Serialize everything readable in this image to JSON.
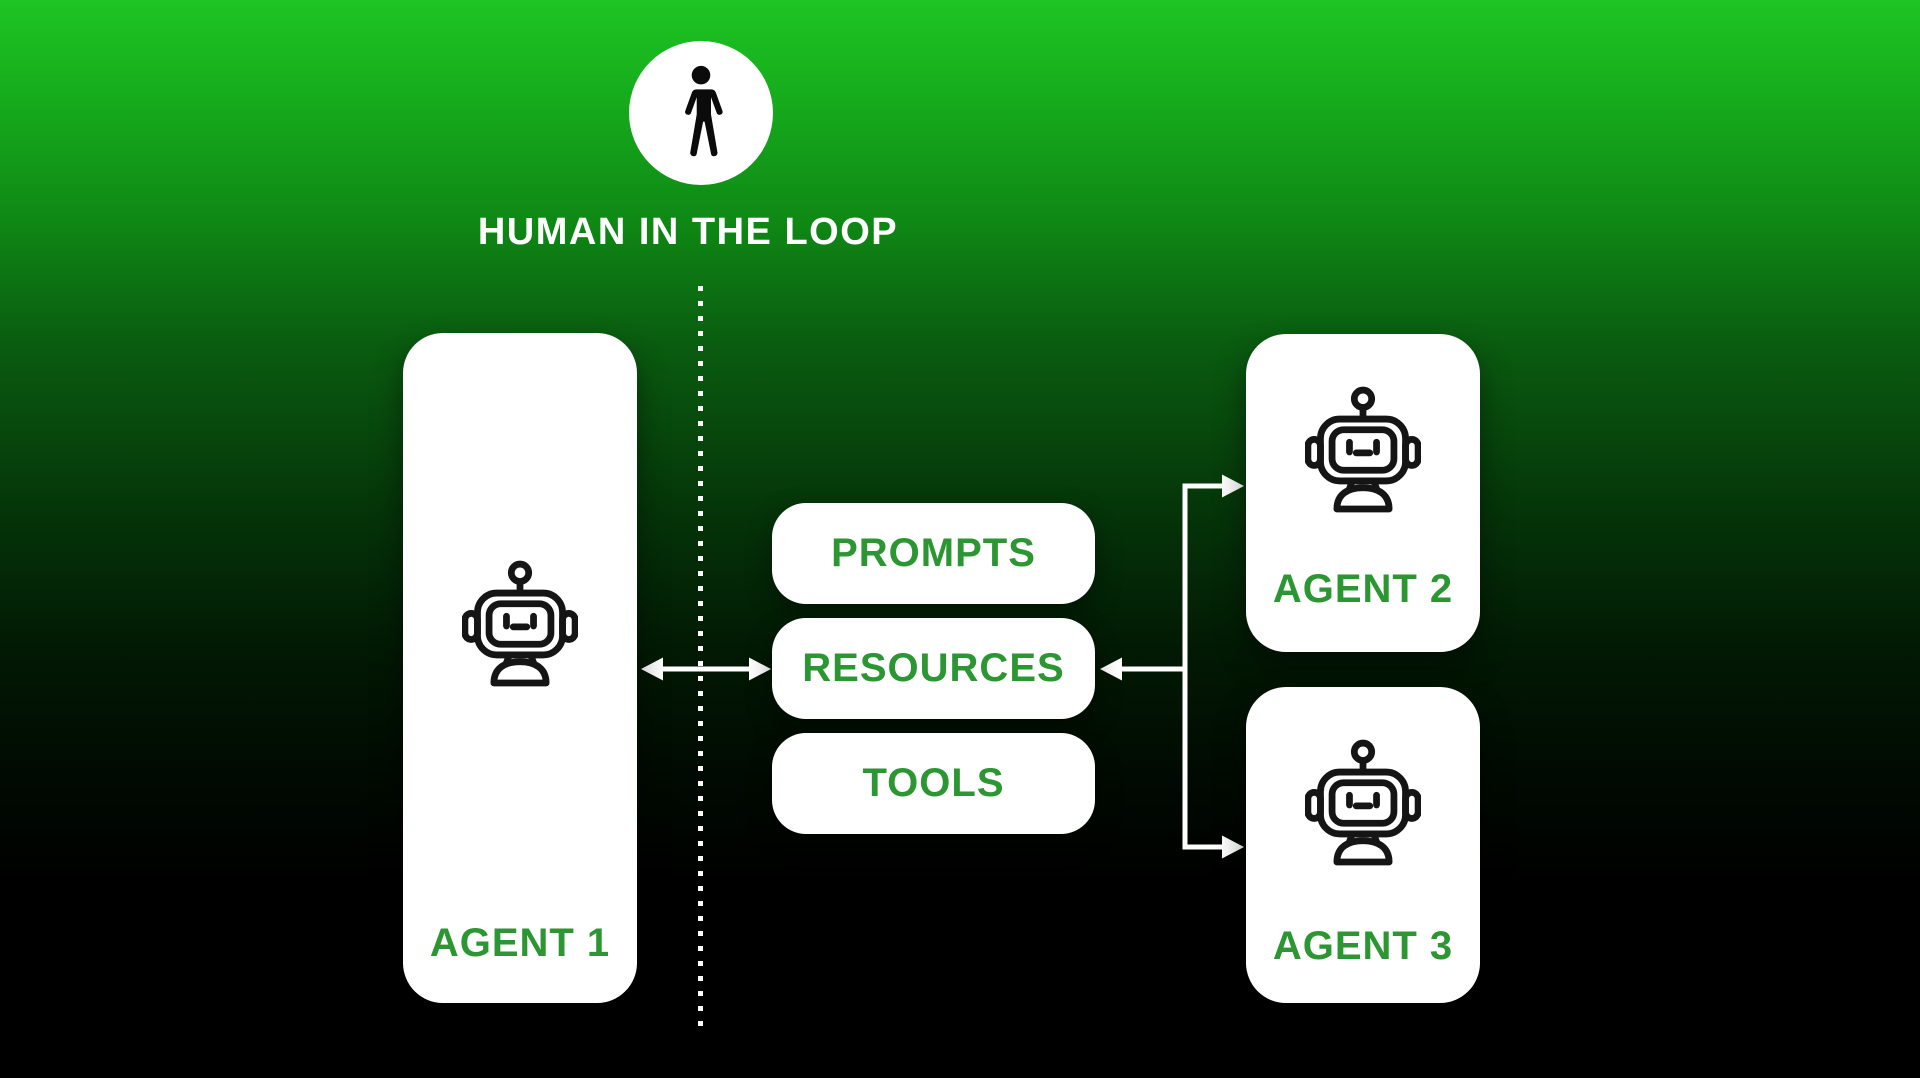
{
  "human_node": {
    "label": "HUMAN IN THE LOOP",
    "icon": "person-icon"
  },
  "capability_pills": [
    {
      "label": "PROMPTS"
    },
    {
      "label": "RESOURCES"
    },
    {
      "label": "TOOLS"
    }
  ],
  "agent_cards": [
    {
      "label": "AGENT 1",
      "icon": "robot-icon"
    },
    {
      "label": "AGENT 2",
      "icon": "robot-icon"
    },
    {
      "label": "AGENT 3",
      "icon": "robot-icon"
    }
  ],
  "connectors": {
    "agent1_resources": "bidirectional-arrow",
    "hub_to_resources": "left-arrow",
    "hub_to_agent2": "right-arrow",
    "hub_to_agent3": "right-arrow",
    "human_divider": "vertical-dotted-line"
  },
  "colors": {
    "gradient_top_green": "#1ec523",
    "background_black": "#000000",
    "card_white": "#ffffff",
    "text_green": "#2b9632",
    "text_white": "#ffffff",
    "icon_black": "#151515"
  }
}
